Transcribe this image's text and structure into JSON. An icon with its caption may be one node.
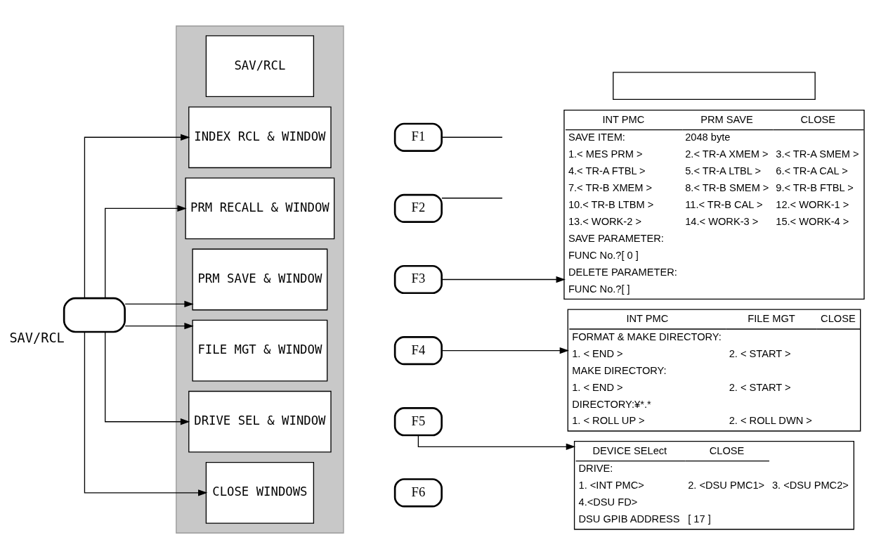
{
  "diagram": {
    "nodes": [
      {
        "text": [
          "SAV/RCL"
        ]
      },
      {
        "text": [],
        "shape": "box"
      },
      {
        "text": [
          "SAV/RCL"
        ],
        "in": 1
      },
      {
        "text": [
          "INDEX RCL & WINDOW"
        ],
        "in": 1
      },
      {
        "text": [
          "PRM RECALL & WINDOW"
        ],
        "in": 1
      },
      {
        "text": [
          "PRM SAVE & WINDOW"
        ],
        "in": 1
      },
      {
        "text": [
          "FILE MGT & WINDOW"
        ],
        "in": 1
      },
      {
        "text": [
          "DRIVE SEL & WINDOW"
        ],
        "in": 1
      },
      {
        "text": [
          "CLOSE WINDOWS"
        ],
        "in": 1
      },
      {
        "text": [
          "F1"
        ]
      },
      {
        "text": [
          "F2"
        ]
      },
      {
        "text": [
          "F3"
        ]
      },
      {
        "text": [
          "F4"
        ]
      },
      {
        "text": [
          "F5"
        ]
      },
      {
        "text": [
          "F6"
        ]
      },
      {
        "text": [],
        "shape": "box"
      },
      {
        "text": [
          "INT PMC",
          "PRM SAVE",
          "CLOSE",
          "SAVE ITEM:",
          "2048 byte",
          "1.< MES PRM >",
          "2.< TR-A XMEM >",
          "3.< TR-A SMEM >",
          "4.< TR-A FTBL >",
          "5.< TR-A LTBL >",
          "6.< TR-A CAL >",
          "7.< TR-B XMEM >",
          "8.< TR-B SMEM >",
          "9.< TR-B FTBL >",
          "10.< TR-B LTBM >",
          "11.< TR-B CAL >",
          "12.< WORK-1 >",
          "13.< WORK-2 >",
          "14.< WORK-3 >",
          "15.< WORK-4 >",
          "SAVE PARAMETER:",
          "FUNC No.?[ 0 ]",
          "DELETE PARAMETER:",
          "FUNC No.?[ ]"
        ]
      },
      {
        "text": [
          "INT PMC",
          "FILE MGT",
          "CLOSE",
          "FORMAT & MAKE DIRECTORY:",
          "1. < END >",
          "2. < START >",
          "MAKE DIRECTORY:",
          "1. < END >",
          "2. < START >",
          "DIRECTORY:¥*.*",
          "1. < ROLL UP >",
          "2. < ROLL DWN >"
        ]
      },
      {
        "text": [
          "DEVICE SELect",
          "CLOSE",
          "DRIVE:",
          "1. <INT PMC>",
          "2. <DSU PMC1>",
          "3. <DSU PMC2>",
          "4.<DSU FD>",
          "DSU GPIB ADDRESS",
          "[ 17 ]"
        ]
      }
    ],
    "edges": [
      {
        "from": 0,
        "to": 3,
        "arrow": "to"
      },
      {
        "from": 0,
        "to": 4,
        "arrow": "to"
      },
      {
        "from": 0,
        "to": 5,
        "arrow": "to"
      },
      {
        "from": 0,
        "to": 6,
        "arrow": "to"
      },
      {
        "from": 0,
        "to": 7,
        "arrow": "to"
      },
      {
        "from": 0,
        "to": 8,
        "arrow": "to"
      },
      {
        "from": 9,
        "to": null,
        "arrow": "none"
      },
      {
        "from": 10,
        "to": null,
        "arrow": "none"
      },
      {
        "from": 11,
        "to": 16,
        "arrow": "to"
      },
      {
        "from": 12,
        "to": 17,
        "arrow": "to"
      },
      {
        "from": 13,
        "to": 18,
        "arrow": "to"
      }
    ]
  }
}
